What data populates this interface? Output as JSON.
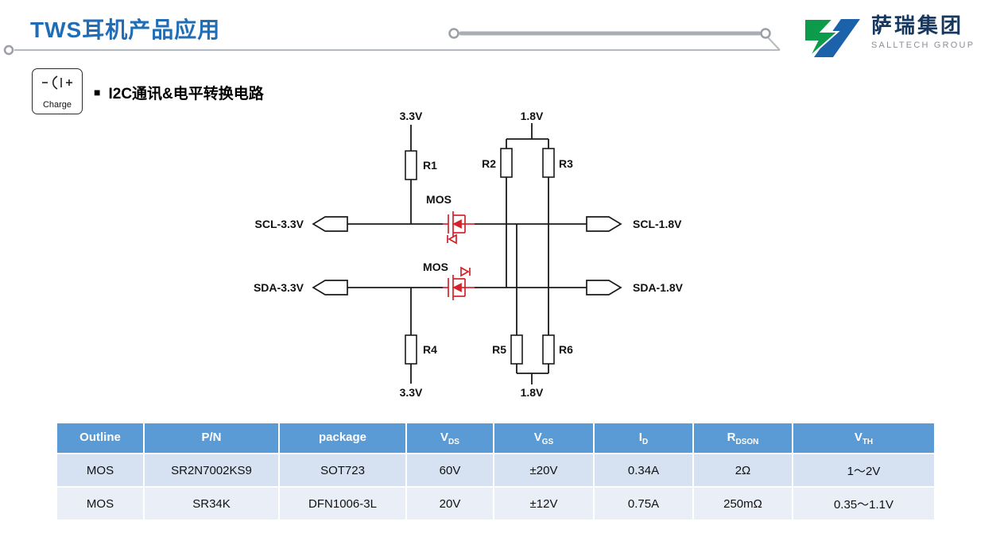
{
  "header": {
    "title": "TWS耳机产品应用",
    "logo": {
      "cn": "萨瑞集团",
      "en": "SALLTECH GROUP"
    },
    "charge_box": {
      "label": "Charge"
    }
  },
  "section": {
    "bullet": "■",
    "title": "I2C通讯&电平转换电路"
  },
  "circuit": {
    "supplies": {
      "top_left": "3.3V",
      "top_right": "1.8V",
      "bottom_left": "3.3V",
      "bottom_right": "1.8V"
    },
    "resistors": {
      "r1": "R1",
      "r2": "R2",
      "r3": "R3",
      "r4": "R4",
      "r5": "R5",
      "r6": "R6"
    },
    "transistors": {
      "top": "MOS",
      "bottom": "MOS"
    },
    "signals": {
      "scl_33": "SCL-3.3V",
      "scl_18": "SCL-1.8V",
      "sda_33": "SDA-3.3V",
      "sda_18": "SDA-1.8V"
    }
  },
  "table": {
    "headers": [
      {
        "main": "Outline",
        "sub": ""
      },
      {
        "main": "P/N",
        "sub": ""
      },
      {
        "main": "package",
        "sub": ""
      },
      {
        "main": "V",
        "sub": "DS"
      },
      {
        "main": "V",
        "sub": "GS"
      },
      {
        "main": "I",
        "sub": "D"
      },
      {
        "main": "R",
        "sub": "DSON"
      },
      {
        "main": "V",
        "sub": "TH"
      }
    ],
    "rows": [
      [
        "MOS",
        "SR2N7002KS9",
        "SOT723",
        "60V",
        "±20V",
        "0.34A",
        "2Ω",
        "1～2V"
      ],
      [
        "MOS",
        "SR34K",
        "DFN1006-3L",
        "20V",
        "±12V",
        "0.75A",
        "250mΩ",
        "0.35～1.1V"
      ]
    ]
  },
  "colors": {
    "title_blue": "#1f6db6",
    "table_header": "#5b9bd5",
    "row_odd": "#d6e2f2",
    "row_even": "#eaeff7",
    "mos_red": "#d2232a",
    "logo_green": "#0b9b4b",
    "logo_blue": "#1b62ab"
  }
}
